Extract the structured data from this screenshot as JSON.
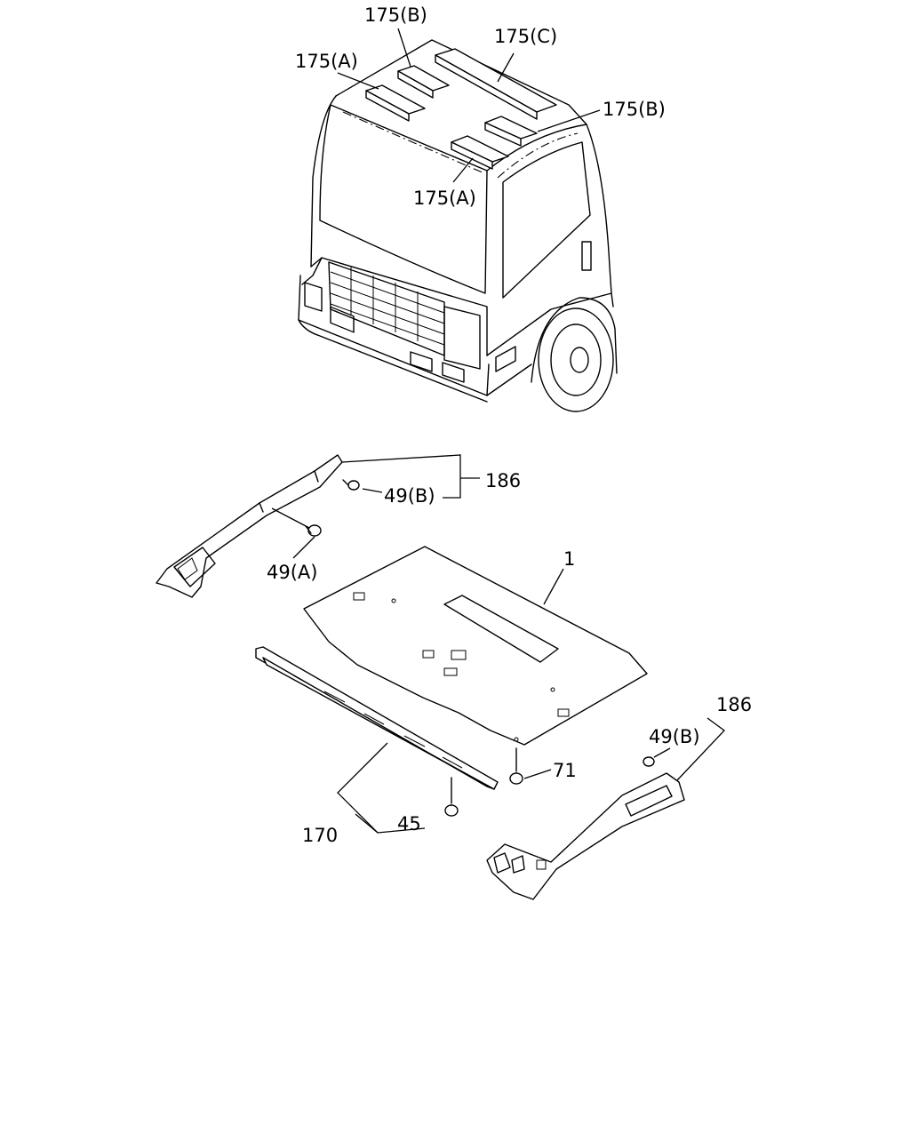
{
  "labels": {
    "l175b_top": "175(B)",
    "l175c": "175(C)",
    "l175a_left": "175(A)",
    "l175b_right": "175(B)",
    "l175a_bottom": "175(A)",
    "l186_top": "186",
    "l49b_top": "49(B)",
    "l49a": "49(A)",
    "l1": "1",
    "l186_right": "186",
    "l49b_right": "49(B)",
    "l71": "71",
    "l170": "170",
    "l45": "45"
  }
}
